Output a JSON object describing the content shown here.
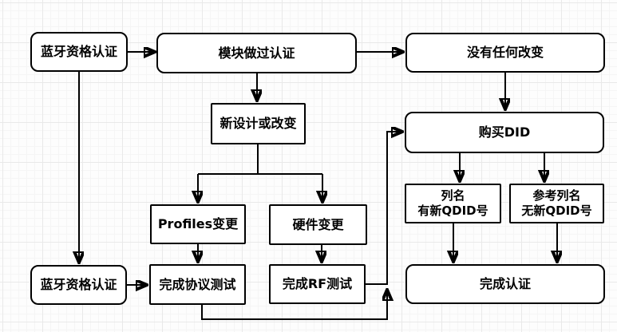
{
  "diagram": {
    "type": "flowchart",
    "colors": {
      "node_stroke": "#000000",
      "node_fill": "#ffffff",
      "edge_color": "#000000",
      "grid_minor": "#f5f5f5",
      "grid_major": "#e9e9e9",
      "background": "#fdfdfd"
    },
    "nodes": {
      "bt_cert_top": {
        "label": "蓝牙资格认证",
        "shape": "rounded"
      },
      "module_certified": {
        "label": "模块做过认证",
        "shape": "rounded"
      },
      "no_change": {
        "label": "没有任何改变",
        "shape": "rounded"
      },
      "new_design_or_change": {
        "label": "新设计或改变",
        "shape": "rect"
      },
      "buy_did": {
        "label": "购买DID",
        "shape": "rounded"
      },
      "profiles_change": {
        "label": "Profiles变更",
        "shape": "rect"
      },
      "hardware_change": {
        "label": "硬件变更",
        "shape": "rect"
      },
      "listing_new_qdid": {
        "label": "列名\n有新QDID号",
        "shape": "rect"
      },
      "ref_listing_no_qdid": {
        "label": "参考列名\n无新QDID号",
        "shape": "rect"
      },
      "bt_cert_bottom": {
        "label": "蓝牙资格认证",
        "shape": "rounded"
      },
      "protocol_test_done": {
        "label": "完成协议测试",
        "shape": "rect"
      },
      "rf_test_done": {
        "label": "完成RF测试",
        "shape": "rect"
      },
      "certification_done": {
        "label": "完成认证",
        "shape": "rounded"
      }
    },
    "edges": [
      {
        "from": "bt_cert_top",
        "to": "module_certified"
      },
      {
        "from": "module_certified",
        "to": "no_change"
      },
      {
        "from": "module_certified",
        "to": "new_design_or_change"
      },
      {
        "from": "no_change",
        "to": "buy_did"
      },
      {
        "from": "bt_cert_top",
        "to": "bt_cert_bottom"
      },
      {
        "from": "new_design_or_change",
        "to": "profiles_change"
      },
      {
        "from": "new_design_or_change",
        "to": "hardware_change"
      },
      {
        "from": "profiles_change",
        "to": "protocol_test_done"
      },
      {
        "from": "hardware_change",
        "to": "rf_test_done"
      },
      {
        "from": "bt_cert_bottom",
        "to": "protocol_test_done"
      },
      {
        "from": "rf_test_done",
        "to": "buy_did"
      },
      {
        "from": "protocol_test_done",
        "to": "buy_did"
      },
      {
        "from": "buy_did",
        "to": "listing_new_qdid"
      },
      {
        "from": "buy_did",
        "to": "ref_listing_no_qdid"
      },
      {
        "from": "listing_new_qdid",
        "to": "certification_done"
      },
      {
        "from": "ref_listing_no_qdid",
        "to": "certification_done"
      }
    ]
  }
}
